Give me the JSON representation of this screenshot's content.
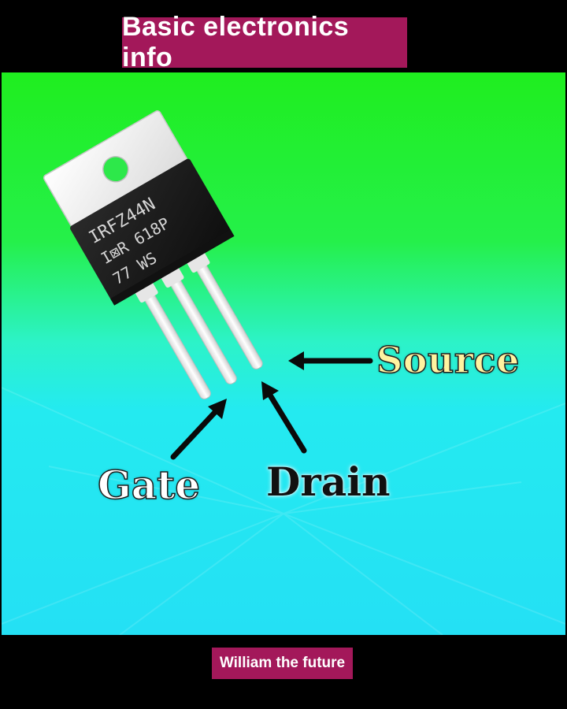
{
  "header": {
    "title": "Basic electronics info"
  },
  "diagram": {
    "component_markings": [
      "IRFZ44N",
      "I⊠R 618P",
      "77  WS"
    ],
    "labels": {
      "source": "Source",
      "gate": "Gate",
      "drain": "Drain"
    },
    "colors": {
      "top_gradient": "#22ee22",
      "bottom_gradient": "#22e6f2",
      "badge": "#a3185a"
    }
  },
  "footer": {
    "credit": "William the future"
  }
}
